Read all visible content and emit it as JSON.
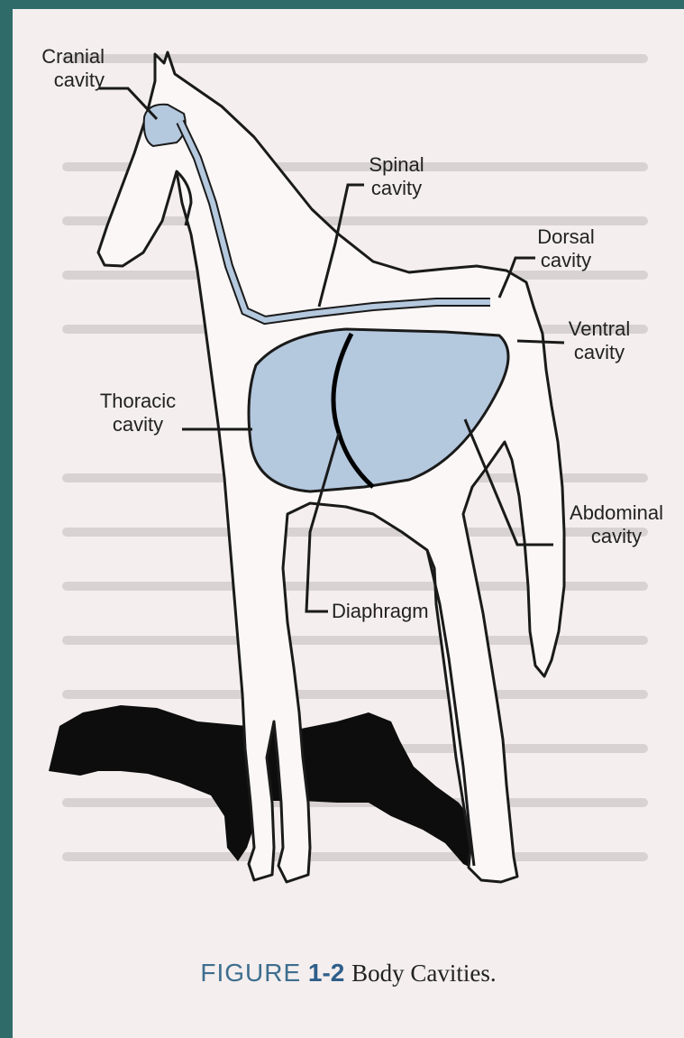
{
  "labels": {
    "cranial": "Cranial\ncavity",
    "spinal": "Spinal\ncavity",
    "dorsal": "Dorsal\ncavity",
    "ventral": "Ventral\ncavity",
    "thoracic": "Thoracic\ncavity",
    "abdominal": "Abdominal\ncavity",
    "diaphragm": "Diaphragm"
  },
  "caption": {
    "figure_word": "FIGURE",
    "number": "1-2",
    "title": "Body Cavities."
  },
  "colors": {
    "cavity_fill": "#b4c8de",
    "outline": "#1a1a1a",
    "frame": "#2f6b68",
    "page": "#f4eeee"
  }
}
